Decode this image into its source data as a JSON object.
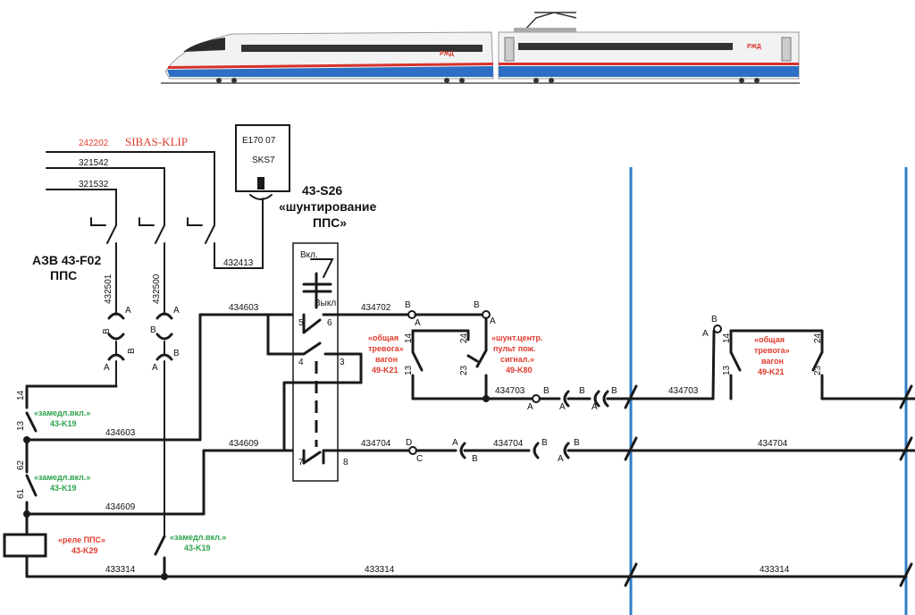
{
  "source": {
    "wire_242202": "242202",
    "sibas": "SIBAS-KLIP",
    "wire_321542": "321542",
    "wire_321532": "321532"
  },
  "breaker": {
    "title_line1": "АЗВ 43-F02",
    "title_line2": "ППС"
  },
  "e170": {
    "line1": "E170 07",
    "line2": "SKS7"
  },
  "switch_s26": {
    "title_line1": "43-S26",
    "title_line2": "«шунтирование",
    "title_line3": "ППС»",
    "on_label": "Вкл.",
    "off_label": "Выкл",
    "pin5": "5",
    "pin6": "6",
    "pin4": "4",
    "pin3": "3",
    "pin7": "7",
    "pin8": "8"
  },
  "wires": {
    "w432413": "432413",
    "w432501": "432501",
    "w432500": "432500",
    "w434603_top": "434603",
    "w434702": "434702",
    "w434703_a": "434703",
    "w434703_b": "434703",
    "w434603_low": "434603",
    "w434609_top": "434609",
    "w434704_a": "434704",
    "w434704_b": "434704",
    "w434704_c": "434704",
    "w434609_low": "434609",
    "w433314_a": "433314",
    "w433314_b": "433314",
    "w433314_c": "433314"
  },
  "relays": {
    "k21_a_line1": "«общая",
    "k21_a_line2": "тревога»",
    "k21_a_line3": "вагон",
    "k21_a_line4": "49-K21",
    "k80_line1": "«шунт.центр.",
    "k80_line2": "пульт пож.",
    "k80_line3": "сигнал.»",
    "k80_line4": "49-K80",
    "k21_b_line1": "«общая",
    "k21_b_line2": "тревога»",
    "k21_b_line3": "вагон",
    "k21_b_line4": "49-K21",
    "k19_a_line1": "«замедл.вкл.»",
    "k19_a_line2": "43-K19",
    "k19_b_line1": "«замедл.вкл.»",
    "k19_b_line2": "43-K19",
    "k19_c_line1": "«замедл.вкл.»",
    "k19_c_line2": "43-K19",
    "k29_line1": "«реле ППС»",
    "k29_line2": "43-K29"
  },
  "pins": {
    "c14_left": "14",
    "c13_left": "13",
    "c62": "62",
    "c61": "61",
    "k21a_14": "14",
    "k21a_13": "13",
    "k80_24": "24",
    "k80_23": "23",
    "k21b_14": "14",
    "k21b_13": "13",
    "k21b_24": "24",
    "k21b_23": "23",
    "A": "A",
    "B": "B",
    "C": "C",
    "D": "D"
  },
  "colors": {
    "wire": "#1a1a1a",
    "bus": "#2f7fc8",
    "red_label": "#e23b2e",
    "green_label": "#2aa34a",
    "train_blue": "#2d6fc4",
    "train_red": "#d7312b"
  }
}
